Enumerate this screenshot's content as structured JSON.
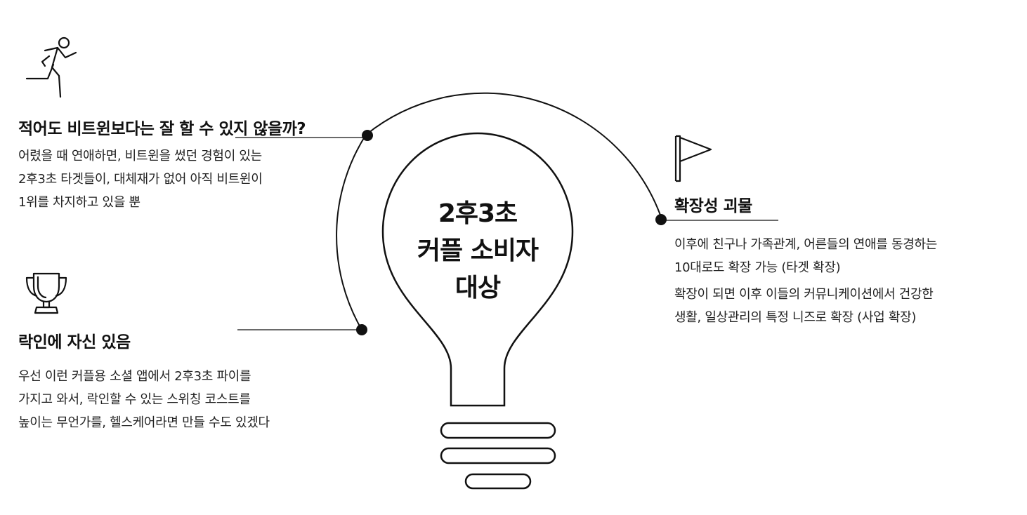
{
  "center": {
    "lines": [
      "2후3초",
      "커플 소비자",
      "대상"
    ]
  },
  "left_top": {
    "heading": "적어도 비트윈보다는 잘 할 수 있지 않을까?",
    "lines": [
      "어렸을 때 연애하면, 비트윈을 썼던 경험이 있는",
      "2후3초 타겟들이, 대체재가 없어 아직 비트윈이",
      "1위를 차지하고 있을 뿐"
    ],
    "icon": "running-person-icon"
  },
  "left_bottom": {
    "heading": "락인에 자신 있음",
    "lines": [
      "우선 이런 커플용 소셜 앱에서 2후3초 파이를",
      "가지고 와서, 락인할 수 있는 스위칭 코스트를",
      "높이는 무언가를, 헬스케어라면 만들 수도 있겠다"
    ],
    "icon": "trophy-icon"
  },
  "right": {
    "heading": "확장성 괴물",
    "paragraph1": [
      "이후에 친구나 가족관계, 어른들의 연애를 동경하는",
      "10대로도 확장 가능 (타겟 확장)"
    ],
    "paragraph2": [
      "확장이 되면 이후 이들의 커뮤니케이션에서 건강한",
      "생활, 일상관리의 특정 니즈로 확장 (사업 확장)"
    ],
    "icon": "flag-icon"
  },
  "colors": {
    "line": "#111111",
    "text": "#111111"
  }
}
